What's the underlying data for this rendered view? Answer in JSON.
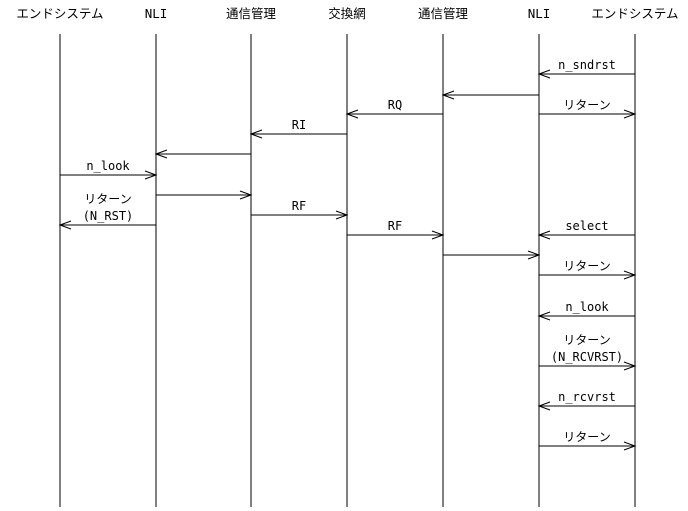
{
  "participants": [
    {
      "id": "es_left",
      "label": "エンドシステム"
    },
    {
      "id": "nli_left",
      "label": "NLI"
    },
    {
      "id": "mgmt_left",
      "label": "通信管理"
    },
    {
      "id": "network",
      "label": "交換網"
    },
    {
      "id": "mgmt_right",
      "label": "通信管理"
    },
    {
      "id": "nli_right",
      "label": "NLI"
    },
    {
      "id": "es_right",
      "label": "エンドシステム"
    }
  ],
  "messages": [
    {
      "from": "es_right",
      "to": "nli_right",
      "lines": [
        "n_sndrst"
      ]
    },
    {
      "from": "nli_right",
      "to": "mgmt_right",
      "lines": []
    },
    {
      "from": "mgmt_right",
      "to": "network",
      "lines": [
        "RQ"
      ]
    },
    {
      "from": "nli_right",
      "to": "es_right",
      "lines": [
        "リターン"
      ]
    },
    {
      "from": "network",
      "to": "mgmt_left",
      "lines": [
        "RI"
      ]
    },
    {
      "from": "mgmt_left",
      "to": "nli_left",
      "lines": []
    },
    {
      "from": "es_left",
      "to": "nli_left",
      "lines": [
        "n_look"
      ]
    },
    {
      "from": "nli_left",
      "to": "mgmt_left",
      "lines": []
    },
    {
      "from": "nli_left",
      "to": "es_left",
      "lines": [
        "リターン",
        "(N_RST)"
      ]
    },
    {
      "from": "mgmt_left",
      "to": "network",
      "lines": [
        "RF"
      ]
    },
    {
      "from": "network",
      "to": "mgmt_right",
      "lines": [
        "RF"
      ]
    },
    {
      "from": "es_right",
      "to": "nli_right",
      "lines": [
        "select"
      ]
    },
    {
      "from": "mgmt_right",
      "to": "nli_right",
      "lines": []
    },
    {
      "from": "nli_right",
      "to": "es_right",
      "lines": [
        "リターン"
      ]
    },
    {
      "from": "es_right",
      "to": "nli_right",
      "lines": [
        "n_look"
      ]
    },
    {
      "from": "nli_right",
      "to": "es_right",
      "lines": [
        "リターン",
        "(N_RCVRST)"
      ]
    },
    {
      "from": "es_right",
      "to": "nli_right",
      "lines": [
        "n_rcvrst"
      ]
    },
    {
      "from": "nli_right",
      "to": "es_right",
      "lines": [
        "リターン"
      ]
    }
  ]
}
